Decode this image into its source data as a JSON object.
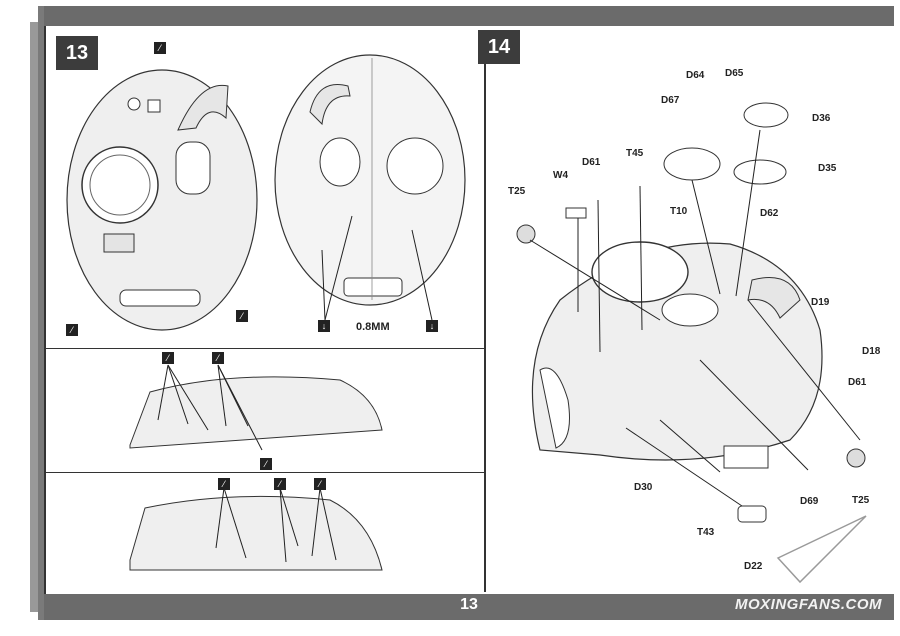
{
  "page": {
    "number": "13",
    "watermark": "MOXINGFANS.COM"
  },
  "steps": [
    {
      "number": "13"
    },
    {
      "number": "14"
    }
  ],
  "step13": {
    "dimension_label": "0.8MM"
  },
  "step14": {
    "parts": [
      "D64",
      "D65",
      "D67",
      "D36",
      "T45",
      "D61",
      "D35",
      "W4",
      "T10",
      "D62",
      "T25",
      "D19",
      "D18",
      "D61",
      "D30",
      "D69",
      "T25",
      "T43",
      "D22"
    ]
  }
}
